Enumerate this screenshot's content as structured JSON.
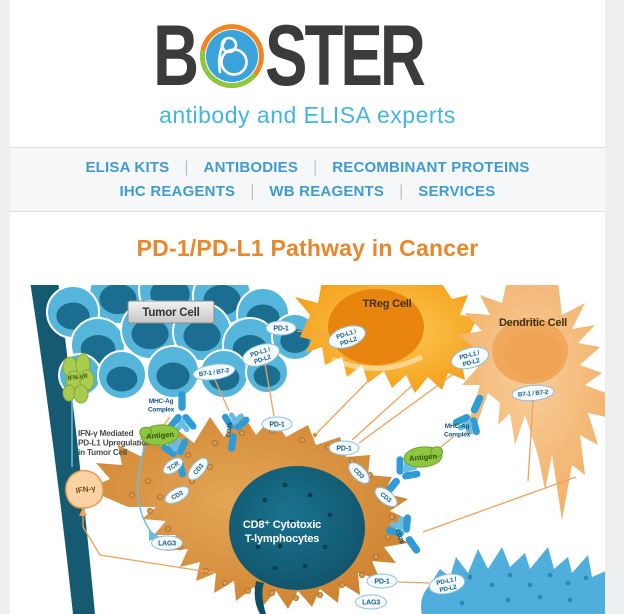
{
  "brand": {
    "logo_left": "B",
    "logo_right": "STER",
    "tagline": "antibody and ELISA experts",
    "colors": {
      "accent_blue": "#3e9cd0",
      "accent_orange": "#e8872b",
      "logo_blue": "#3ba3dc",
      "logo_orange": "#f08622",
      "logo_green": "#8dc63f",
      "tagline_blue": "#44b5e2"
    }
  },
  "nav": {
    "separator": "|",
    "items": [
      {
        "label": "ELISA KITS"
      },
      {
        "label": "ANTIBODIES"
      },
      {
        "label": "RECOMBINANT PROTEINS"
      },
      {
        "label": "IHC REAGENTS"
      },
      {
        "label": "WB REAGENTS"
      },
      {
        "label": "SERVICES"
      }
    ]
  },
  "article": {
    "title": "PD-1/PD-L1 Pathway in Cancer"
  },
  "diagram": {
    "cells": {
      "tumor": "Tumor Cell",
      "treg": "TReg Cell",
      "dendritic": "Dendritic Cell",
      "cd8_line1": "CD8⁺ Cytotoxic",
      "cd8_line2": "T-lymphocytes"
    },
    "labels": {
      "pd1": "PD-1",
      "pdl1_line1": "PD-L1 /",
      "pdl1_line2": "PD-L2",
      "b7": "B7-1 / B7-2",
      "cd3": "CD3",
      "cd28": "CD28",
      "tcr": "TCR",
      "lag3": "LAG3",
      "antigen": "Antigen",
      "mhc_line1": "MHC-Ag",
      "mhc_line2": "Complex",
      "ifngr": "IFN-γR",
      "ifng": "IFN-γ"
    },
    "annotations": {
      "ifn_note_line1": "IFN-γ Mediated",
      "ifn_note_line2": "PD-L1 Upregulation",
      "ifn_note_line3": "in Tumor Cell"
    }
  }
}
